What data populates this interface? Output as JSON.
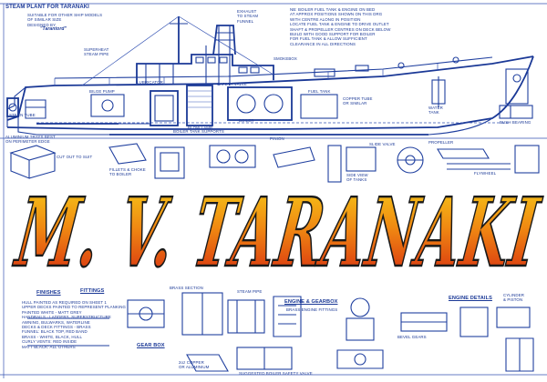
{
  "sheet": {
    "heading": "STEAM PLANT FOR TARANAKI",
    "heading_sub": "SUITABLE FOR OTHER SHIP MODELS\nOF SIMILAR SIZE\nDESIGNED BY",
    "designer": "\"Tarantord\"",
    "title": "M. V. TARANAKI",
    "colors": {
      "ink": "#1f3f9f",
      "title_top": "#f6d21a",
      "title_mid": "#f08a12",
      "title_bottom": "#d41f10",
      "title_outline": "#1a1a1a"
    }
  },
  "notes": {
    "boiler_notes": "NB: BOILER FUEL TANK & ENGINE ON BED\nAT APPROX POSITIONS SHOWN ON THIS DRG\nWITH CENTRE ALONG IN POSITION\nLOCATE FUEL TANK & ENGINE TO DRIVE OUTLET\nSHAFT & PROPELLER CENTRES ON DECK BELOW\nBUILD WITH GOOD SUPPORT FOR BOILER\nFOR FUEL TANK & ALLOW SUFFICIENT\nCLEARANCE IN ALL DIRECTIONS",
    "exhaust": "EXHAUST\nTO STEAM\nFUNNEL",
    "superheat": "SUPERHEAT\nSTEAM PIPE",
    "smokebox": "SMOKEBOX",
    "lubricator": "LUBRICATOR",
    "safety_valve": "SAFETY VALVE",
    "fuel_tank": "FUEL TANK",
    "boiler": "BOILER",
    "blow_lamp": "BLOW LAMP",
    "bilge_pump": "BILGE PUMP",
    "copper_tube": "COPPER TUBE\nOR SIMILAR",
    "boiler_support": "BOILER TANK SUPPORTS",
    "bush_bearing": "BUSH BEARING",
    "water_tank": "WATER\nTANK",
    "engine_details": "ENGINE DETAILS",
    "engine_gearbox": "ENGINE & GEARBOX",
    "fittings": "FITTINGS",
    "finishes": "FINISHES",
    "finishes_text": "HULL PAINTED AS REQUIRED ON SHEET 1\nUPPER DECKS PAINTED TO REPRESENT PLANKING\nPAINTED WHITE - MATT GREY\nHANDRAILS - LADDERS, SUPERSTRUCTURE\nAWNING, BULWARKS, WATERLINE\nDECKS & DECK FITTINGS - BRASS\nFUNNEL: BLACK TOP, RED BAND\nBRASS - WHITE, BLACK, HULL\nCURLY VENTS: RED INSIDE\nMATT BLACK: ALL OTHERS",
    "brass_section": "BRASS SECTION",
    "steam_pipe": "STEAM PIPE",
    "gear_box": "GEAR BOX",
    "cylinder": "CYLINDER\n& PISTON",
    "bevel_gears": "BEVEL GEARS",
    "engine_sub": "BRASS ENGINE FITTINGS",
    "safety_valve_2": "SUGGESTED BOILER SAFETY VALVE",
    "copper_case": "2oz COPPER\nOR ALUMINIUM",
    "fillets": "FILLETS & CHOKE\nTO BOILER",
    "aluminium": "ALUMINIUM TRAYS BEST\nON PERIMETER EDGE",
    "cut_out_note": "CUT OUT TO SUIT",
    "propeller": "PROPELLER",
    "bevel_pinion": "PINION",
    "side_note": "SIDE VIEW\nOF TANKS",
    "stern_note": "STERN TUBE",
    "slide_valve": "SLIDE VALVE",
    "flywheel": "FLYWHEEL"
  }
}
